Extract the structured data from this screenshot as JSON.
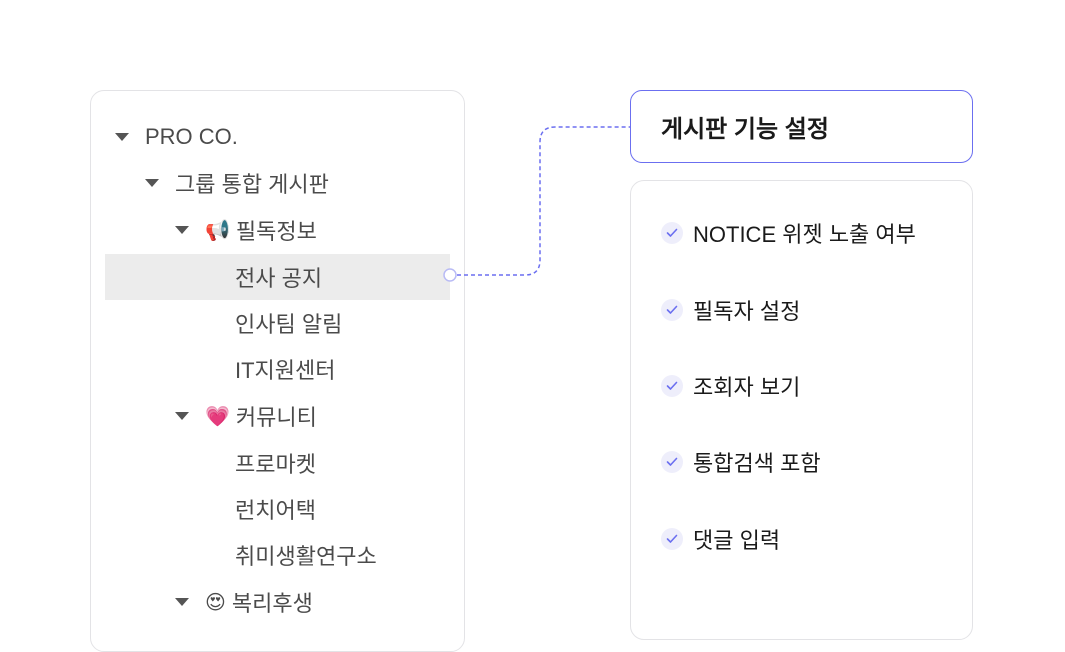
{
  "tree": {
    "items": [
      {
        "label": "PRO CO.",
        "level": 0,
        "caret": true,
        "emoji": ""
      },
      {
        "label": "그룹 통합 게시판",
        "level": 1,
        "caret": true,
        "emoji": ""
      },
      {
        "label": "필독정보",
        "level": 2,
        "caret": true,
        "emoji": "📢",
        "icon": "megaphone-icon"
      },
      {
        "label": "전사 공지",
        "level": 3,
        "caret": false,
        "emoji": "",
        "selected": true
      },
      {
        "label": "인사팀 알림",
        "level": 3,
        "caret": false,
        "emoji": ""
      },
      {
        "label": "IT지원센터",
        "level": 3,
        "caret": false,
        "emoji": ""
      },
      {
        "label": "커뮤니티",
        "level": 2,
        "caret": true,
        "emoji": "💗",
        "icon": "heart-icon"
      },
      {
        "label": "프로마켓",
        "level": 3,
        "caret": false,
        "emoji": ""
      },
      {
        "label": "런치어택",
        "level": 3,
        "caret": false,
        "emoji": ""
      },
      {
        "label": "취미생활연구소",
        "level": 3,
        "caret": false,
        "emoji": ""
      },
      {
        "label": "복리후생",
        "level": 2,
        "caret": true,
        "emoji": "😍",
        "icon": "heart-eyes-icon"
      }
    ]
  },
  "settings": {
    "title": "게시판 기능 설정",
    "items": [
      {
        "label": "NOTICE 위젯 노출 여부"
      },
      {
        "label": "필독자 설정"
      },
      {
        "label": "조회자 보기"
      },
      {
        "label": "통합검색 포함"
      },
      {
        "label": "댓글 입력"
      }
    ]
  },
  "colors": {
    "accent": "#6b6ff0",
    "selected_bg": "#ececec",
    "check_bg": "#eeeefb"
  }
}
